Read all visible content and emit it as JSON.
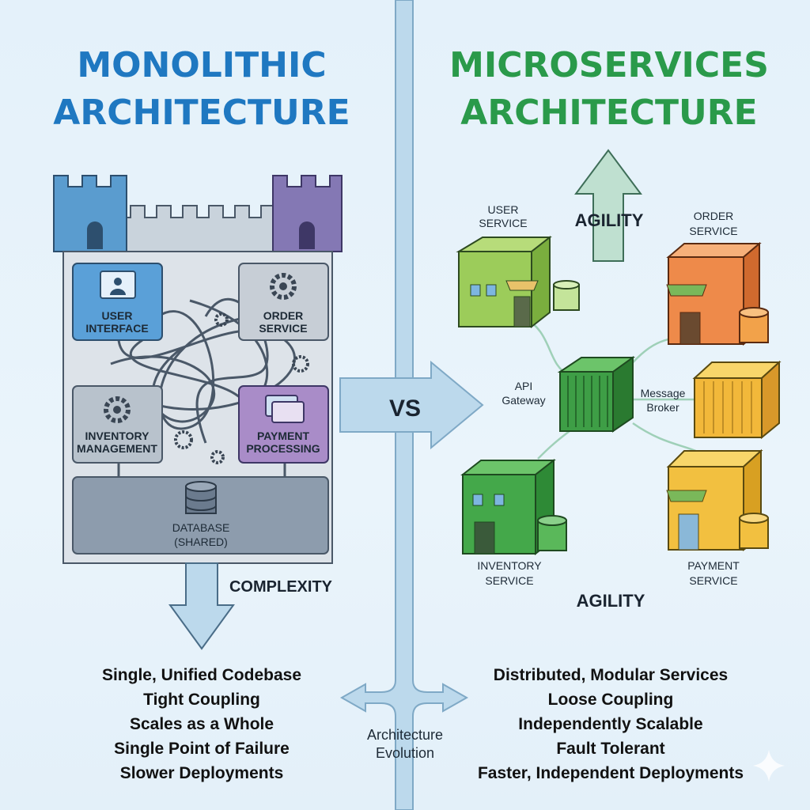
{
  "left": {
    "title_line1": "MONOLITHIC",
    "title_line2": "ARCHITECTURE",
    "modules": {
      "user_interface": [
        "USER",
        "INTERFACE"
      ],
      "order_service": [
        "ORDER",
        "SERVICE"
      ],
      "inventory": [
        "INVENTORY",
        "MANAGEMENT"
      ],
      "payment": [
        "PAYMENT",
        "PROCESSING"
      ],
      "database": [
        "DATABASE",
        "(SHARED)"
      ]
    },
    "arrow_label": "COMPLEXITY",
    "bullets": [
      "Single, Unified Codebase",
      "Tight Coupling",
      "Scales as a Whole",
      "Single Point of Failure",
      "Slower Deployments"
    ]
  },
  "right": {
    "title_line1": "MICROSERVICES",
    "title_line2": "ARCHITECTURE",
    "arrow_label": "AGILITY",
    "bottom_label": "AGILITY",
    "services": {
      "user": [
        "USER",
        "SERVICE"
      ],
      "order": [
        "ORDER",
        "SERVICE"
      ],
      "inventory": [
        "INVENTORY",
        "SERVICE"
      ],
      "payment": [
        "PAYMENT",
        "SERVICE"
      ],
      "gateway": [
        "API",
        "Gateway"
      ],
      "broker": [
        "Message",
        "Broker"
      ]
    },
    "bullets": [
      "Distributed, Modular Services",
      "Loose Coupling",
      "Independently Scalable",
      "Fault Tolerant",
      "Faster, Independent Deployments"
    ]
  },
  "center": {
    "vs_label": "VS",
    "evolution": [
      "Architecture",
      "Evolution"
    ]
  },
  "colors": {
    "mono_blue": "#1f78c1",
    "micro_green": "#2a9a4a"
  }
}
